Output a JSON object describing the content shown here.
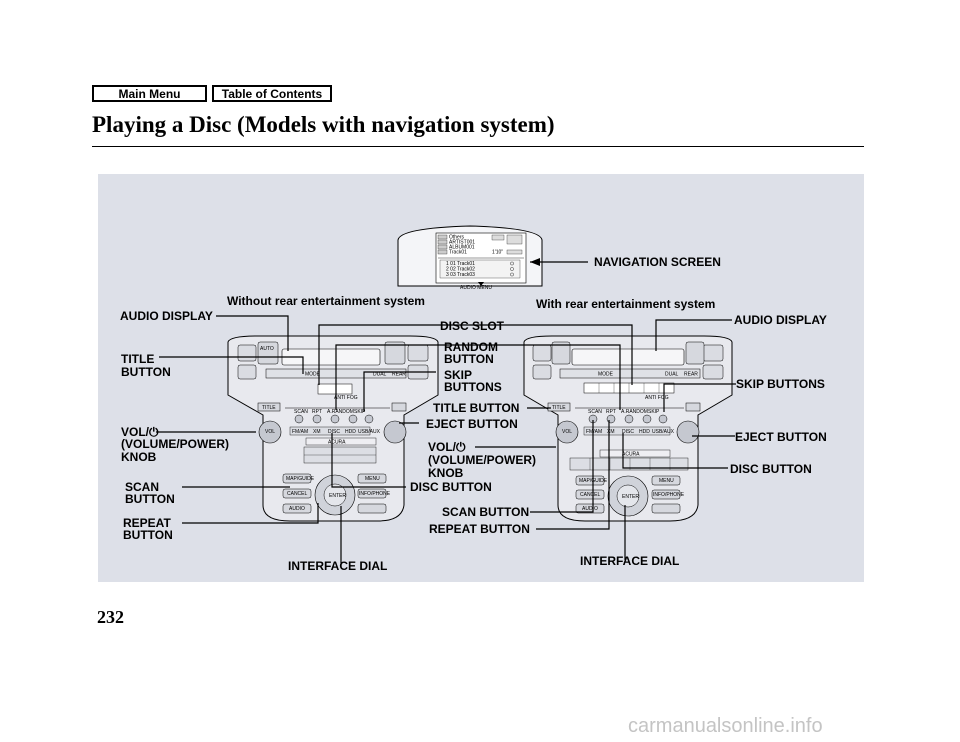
{
  "nav": {
    "main_menu": "Main Menu",
    "toc": "Table of Contents"
  },
  "page_title": "Playing a Disc (Models with navigation system)",
  "page_number": "232",
  "footer": "carmanualsonline.info",
  "labels": {
    "navigation_screen": "NAVIGATION SCREEN",
    "without_rear": "Without rear entertainment system",
    "with_rear": "With rear entertainment system",
    "audio_display_left": "AUDIO DISPLAY",
    "audio_display_right": "AUDIO DISPLAY",
    "disc_slot": "DISC SLOT",
    "random_1": "RANDOM",
    "random_2": "BUTTON",
    "skip_1": "SKIP",
    "skip_2": "BUTTONS",
    "title_left_1": "TITLE",
    "title_left_2": "BUTTON",
    "title_center": "TITLE BUTTON",
    "eject_center": "EJECT BUTTON",
    "vol_left_1": "VOL/⏻",
    "vol_left_2": "(VOLUME/POWER)",
    "vol_left_3": "KNOB",
    "vol_center_1": "VOL/⏻",
    "vol_center_2": "(VOLUME/POWER)",
    "vol_center_3": "KNOB",
    "scan_left_1": "SCAN",
    "scan_left_2": "BUTTON",
    "repeat_left_1": "REPEAT",
    "repeat_left_2": "BUTTON",
    "disc_center": "DISC BUTTON",
    "scan_center": "SCAN BUTTON",
    "repeat_center": "REPEAT BUTTON",
    "interface_left": "INTERFACE DIAL",
    "interface_right": "INTERFACE DIAL",
    "skip_right": "SKIP BUTTONS",
    "eject_right": "EJECT BUTTON",
    "disc_right": "DISC BUTTON"
  },
  "screen": {
    "album_tag": "ALBUM",
    "artist_tag": "ARTIST",
    "album2_tag": "ALBUM",
    "track_tag": "TRACK",
    "line1": "Others",
    "line2": "ARTIST001",
    "line3": "ALBUM001",
    "line4": "Track01",
    "time": "1'10\"",
    "rows": [
      "1 01 Track01",
      "2 02 Track02",
      "3 03 Track03"
    ],
    "footer": "AUDIO MENU"
  },
  "panel_text": {
    "title": "TITLE",
    "mode": "MODE",
    "dual": "DUAL",
    "rear": "REAR",
    "audio_off": "AUTO",
    "scan": "SCAN",
    "rpt": "RPT",
    "random": "A.RANDOM",
    "skip": "SKIP",
    "vol": "VOL",
    "am_fm": "FM/AM",
    "xm": "XM",
    "disc": "DISC",
    "hdd": "HDD",
    "usb": "USB/AUX",
    "brand": "ACURA",
    "map": "MAP/GUIDE",
    "menu": "MENU",
    "cancel": "CANCEL",
    "info": "INFO/PHONE",
    "audio": "AUDIO",
    "enter": "ENTER",
    "anti_fog": "ANTI FOG"
  },
  "colors": {
    "panel_bg": "#dde0e8",
    "console": "#e8e9ee",
    "console_dark": "#bfc2cc",
    "line": "#000000"
  }
}
